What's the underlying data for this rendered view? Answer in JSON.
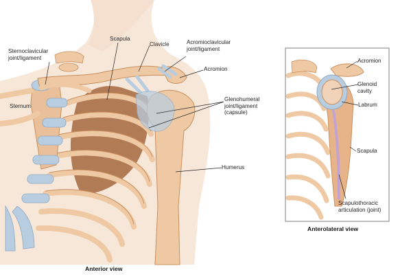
{
  "anterior": {
    "caption": "Anterior view",
    "labels": {
      "sternoclavicular_1": "Sternoclavicular",
      "sternoclavicular_2": "joint/ligament",
      "sternum": "Sternum",
      "scapula": "Scapula",
      "clavicle": "Clavicle",
      "acromioclavicular_1": "Acromioclavicular",
      "acromioclavicular_2": "joint/ligament",
      "acromion": "Acromion",
      "glenohumeral_1": "Glenohumeral",
      "glenohumeral_2": "joint/ligament",
      "glenohumeral_3": "(capsule)",
      "humerus": "Humerus"
    }
  },
  "anterolateral": {
    "caption": "Anterolateral view",
    "labels": {
      "acromion": "Acromion",
      "glenoid_1": "Glenoid",
      "glenoid_2": "cavity",
      "labrum": "Labrum",
      "scapula": "Scapula",
      "scapulothoracic_1": "Scapulothoracic",
      "scapulothoracic_2": "articulation (joint)"
    }
  },
  "colors": {
    "bone": "#efc9a3",
    "bone_shadow": "#c98f5f",
    "cartilage": "#b9cde0",
    "skin": "#f7e7d9",
    "scapula_dark": "#a5673d",
    "frame": "#7d7d7d"
  }
}
